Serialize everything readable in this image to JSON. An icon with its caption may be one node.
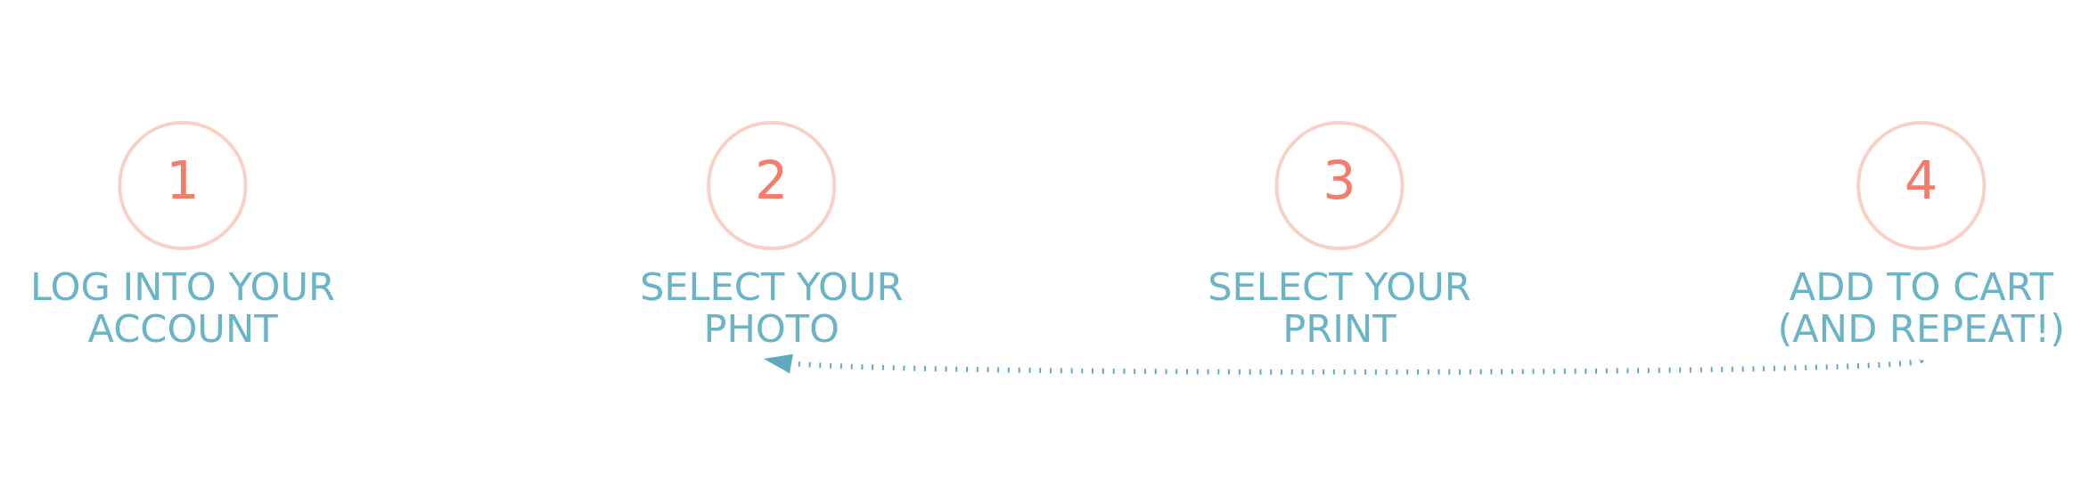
{
  "diagram": {
    "nodes": [
      {
        "text": [
          "1"
        ],
        "beside": [
          "LOG INTO YOUR ACCOUNT"
        ]
      },
      {
        "text": [
          "2"
        ],
        "beside": [
          "SELECT YOUR PHOTO"
        ]
      },
      {
        "text": [
          "3"
        ],
        "beside": [
          "SELECT YOUR PRINT"
        ]
      },
      {
        "text": [
          "4"
        ],
        "beside": [
          "ADD TO CART (AND REPEAT!)"
        ]
      }
    ],
    "edges": [
      {
        "from": 3,
        "to": 1,
        "arrow": "to",
        "style": "dashed"
      }
    ]
  }
}
